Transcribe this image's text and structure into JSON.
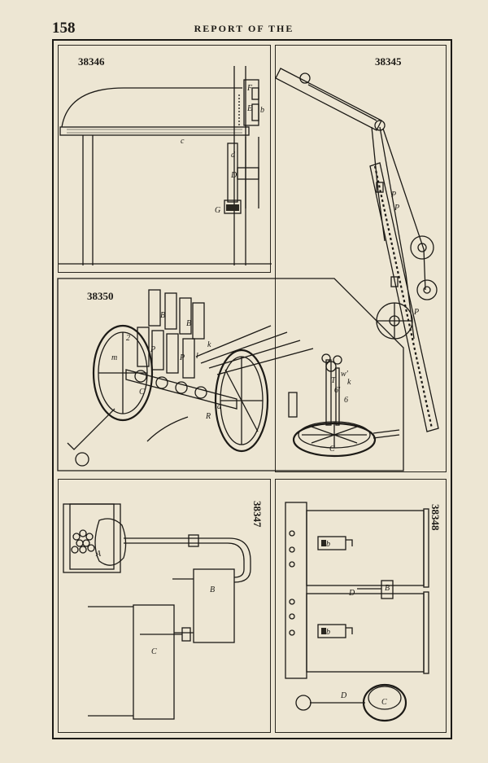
{
  "header": {
    "page_number": "158",
    "running_head": "REPORT OF THE"
  },
  "figures": {
    "f38346": {
      "number": "38346",
      "labels": {
        "F": "F",
        "E": "E",
        "b": "b",
        "c": "c",
        "d": "d",
        "D": "D",
        "G": "G"
      }
    },
    "f38345": {
      "number": "38345",
      "labels": {
        "P1": "P",
        "P2": "P",
        "P3": "P"
      }
    },
    "f38350": {
      "number": "38350",
      "labels": {
        "B1": "B",
        "B2": "B",
        "P1": "P",
        "P2": "P",
        "l": "l",
        "k": "k",
        "m": "m",
        "n2": "2",
        "C": "C",
        "a": "a",
        "R": "R",
        "w": "w'",
        "T": "T",
        "k2": "k",
        "six1": "6'",
        "six2": "6",
        "C2": "C"
      }
    },
    "f38347": {
      "number": "38347",
      "labels": {
        "A": "A",
        "B": "B",
        "C": "C"
      }
    },
    "f38348": {
      "number": "38348",
      "labels": {
        "b1": "b",
        "b2": "b",
        "B": "B",
        "D1": "D",
        "D2": "D",
        "C": "C"
      }
    }
  }
}
